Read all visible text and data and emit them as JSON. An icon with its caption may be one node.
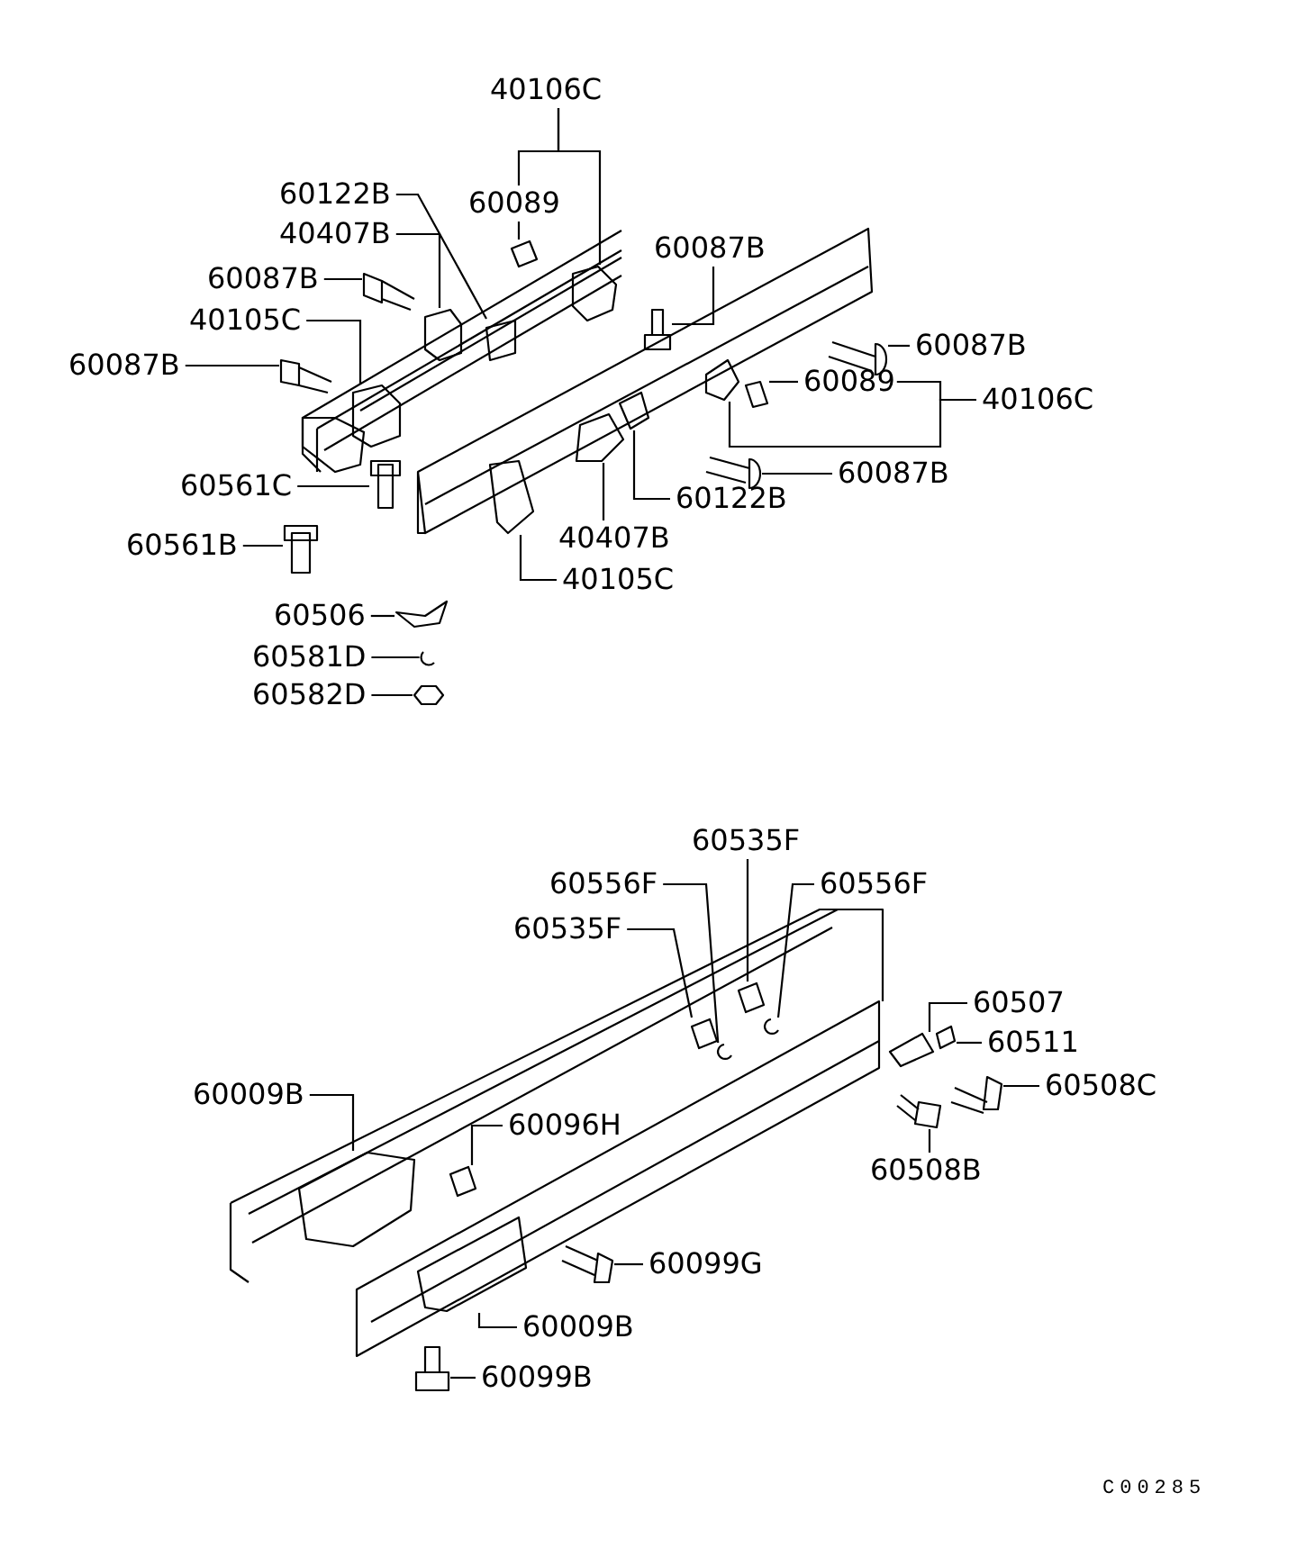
{
  "diagram": {
    "nodes": [
      {
        "text": [
          "40106C"
        ]
      },
      {
        "text": [
          "60089"
        ]
      },
      {
        "text": [
          "60122B"
        ]
      },
      {
        "text": [
          "40407B"
        ]
      },
      {
        "text": [
          "60087B"
        ]
      },
      {
        "text": [
          "40105C"
        ]
      },
      {
        "text": [
          "60087B"
        ]
      },
      {
        "text": [
          "60087B"
        ]
      },
      {
        "text": [
          "60087B"
        ]
      },
      {
        "text": [
          "60089"
        ]
      },
      {
        "text": [
          "40106C"
        ]
      },
      {
        "text": [
          "60087B"
        ]
      },
      {
        "text": [
          "60122B"
        ]
      },
      {
        "text": [
          "40407B"
        ]
      },
      {
        "text": [
          "40105C"
        ]
      },
      {
        "text": [
          "60561C"
        ]
      },
      {
        "text": [
          "60561B"
        ]
      },
      {
        "text": [
          "60506"
        ]
      },
      {
        "text": [
          "60581D"
        ]
      },
      {
        "text": [
          "60582D"
        ]
      },
      {
        "text": [
          "60535F"
        ]
      },
      {
        "text": [
          "60556F"
        ]
      },
      {
        "text": [
          "60556F"
        ]
      },
      {
        "text": [
          "60535F"
        ]
      },
      {
        "text": [
          "60507"
        ]
      },
      {
        "text": [
          "60511"
        ]
      },
      {
        "text": [
          "60508C"
        ]
      },
      {
        "text": [
          "60508B"
        ]
      },
      {
        "text": [
          "60009B"
        ]
      },
      {
        "text": [
          "60096H"
        ]
      },
      {
        "text": [
          "60099G"
        ]
      },
      {
        "text": [
          "60009B"
        ]
      },
      {
        "text": [
          "60099B"
        ]
      },
      {
        "text": [],
        "shape": "picture"
      },
      {
        "text": [],
        "shape": "picture"
      },
      {
        "text": [],
        "shape": "picture"
      },
      {
        "text": [],
        "shape": "picture"
      },
      {
        "text": [],
        "shape": "picture"
      },
      {
        "text": [],
        "shape": "picture"
      },
      {
        "text": [],
        "shape": "picture"
      },
      {
        "text": [],
        "shape": "picture"
      },
      {
        "text": [],
        "shape": "picture"
      },
      {
        "text": [],
        "shape": "picture"
      },
      {
        "text": [],
        "shape": "picture"
      },
      {
        "text": [],
        "shape": "picture"
      },
      {
        "text": [],
        "shape": "picture"
      },
      {
        "text": [],
        "shape": "picture"
      },
      {
        "text": [],
        "shape": "picture"
      },
      {
        "text": [],
        "shape": "picture"
      },
      {
        "text": [],
        "shape": "picture"
      },
      {
        "text": [],
        "shape": "picture"
      },
      {
        "text": [],
        "shape": "picture"
      },
      {
        "text": [],
        "shape": "picture"
      },
      {
        "text": [],
        "shape": "picture"
      },
      {
        "text": [],
        "shape": "picture"
      },
      {
        "text": [],
        "shape": "picture"
      },
      {
        "text": [],
        "shape": "picture"
      },
      {
        "text": [],
        "shape": "picture"
      },
      {
        "text": [],
        "shape": "picture"
      },
      {
        "text": [],
        "shape": "picture"
      },
      {
        "text": [],
        "shape": "picture"
      },
      {
        "text": [],
        "shape": "picture"
      },
      {
        "text": [],
        "shape": "picture"
      },
      {
        "text": [],
        "shape": "picture"
      },
      {
        "text": [],
        "shape": "picture"
      },
      {
        "text": [],
        "shape": "picture"
      }
    ],
    "edges": [
      {
        "from": 0,
        "to": 1,
        "arrow": "none"
      },
      {
        "from": 0,
        "to": 33,
        "arrow": "none"
      },
      {
        "from": 1,
        "to": 34,
        "arrow": "none"
      },
      {
        "from": 2,
        "to": 35,
        "arrow": "none"
      },
      {
        "from": 3,
        "to": 36,
        "arrow": "none"
      },
      {
        "from": 4,
        "to": 37,
        "arrow": "none"
      },
      {
        "from": 5,
        "to": 38,
        "arrow": "none"
      },
      {
        "from": 6,
        "to": 39,
        "arrow": "none"
      },
      {
        "from": 7,
        "to": 40,
        "arrow": "none"
      },
      {
        "from": 8,
        "to": 41,
        "arrow": "none"
      },
      {
        "from": 9,
        "to": 42,
        "arrow": "none"
      },
      {
        "from": 10,
        "to": 9,
        "arrow": "none"
      },
      {
        "from": 10,
        "to": 43,
        "arrow": "none"
      },
      {
        "from": 11,
        "to": 44,
        "arrow": "none"
      },
      {
        "from": 12,
        "to": 45,
        "arrow": "none"
      },
      {
        "from": 13,
        "to": 46,
        "arrow": "none"
      },
      {
        "from": 14,
        "to": 47,
        "arrow": "none"
      },
      {
        "from": 15,
        "to": 48,
        "arrow": "none"
      },
      {
        "from": 16,
        "to": 49,
        "arrow": "none"
      },
      {
        "from": 17,
        "to": 50,
        "arrow": "none"
      },
      {
        "from": 18,
        "to": 51,
        "arrow": "none"
      },
      {
        "from": 19,
        "to": 52,
        "arrow": "none"
      },
      {
        "from": 20,
        "to": 53,
        "arrow": "none"
      },
      {
        "from": 21,
        "to": 54,
        "arrow": "none"
      },
      {
        "from": 22,
        "to": 55,
        "arrow": "none"
      },
      {
        "from": 23,
        "to": 56,
        "arrow": "none"
      },
      {
        "from": 24,
        "to": 57,
        "arrow": "none"
      },
      {
        "from": 25,
        "to": 58,
        "arrow": "none"
      },
      {
        "from": 26,
        "to": 59,
        "arrow": "none"
      },
      {
        "from": 27,
        "to": 60,
        "arrow": "none"
      },
      {
        "from": 28,
        "to": 61,
        "arrow": "none"
      },
      {
        "from": 29,
        "to": 62,
        "arrow": "none"
      },
      {
        "from": 30,
        "to": 63,
        "arrow": "none"
      },
      {
        "from": 31,
        "to": 64,
        "arrow": "none"
      },
      {
        "from": 32,
        "to": 65,
        "arrow": "none"
      }
    ],
    "labels": [
      "C00285"
    ]
  }
}
